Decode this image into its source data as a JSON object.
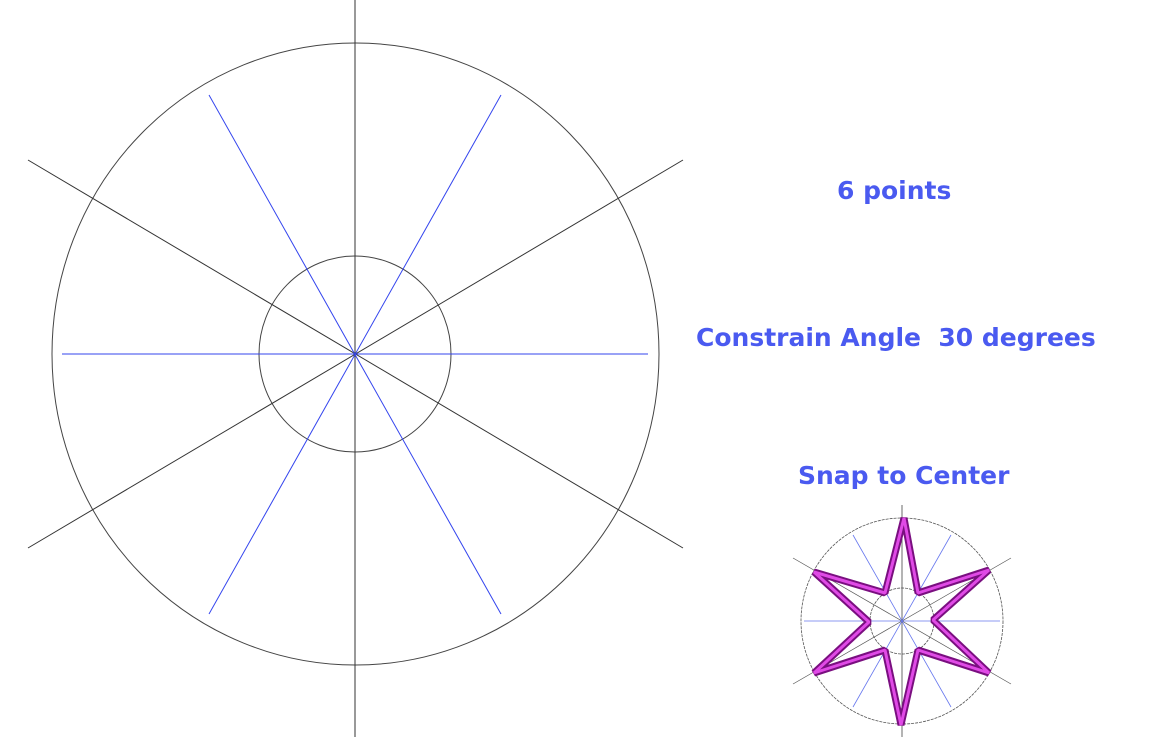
{
  "labels": {
    "points": "6 points",
    "constrain": "Constrain Angle  30 degrees",
    "snap": "Snap to Center"
  },
  "colors": {
    "guide_black": "#333333",
    "guide_blue": "#3344ee",
    "star": "#c21fc4",
    "text": "#4a5af0"
  },
  "diagram": {
    "star_points": 6,
    "constrain_angle_degrees": 30
  }
}
